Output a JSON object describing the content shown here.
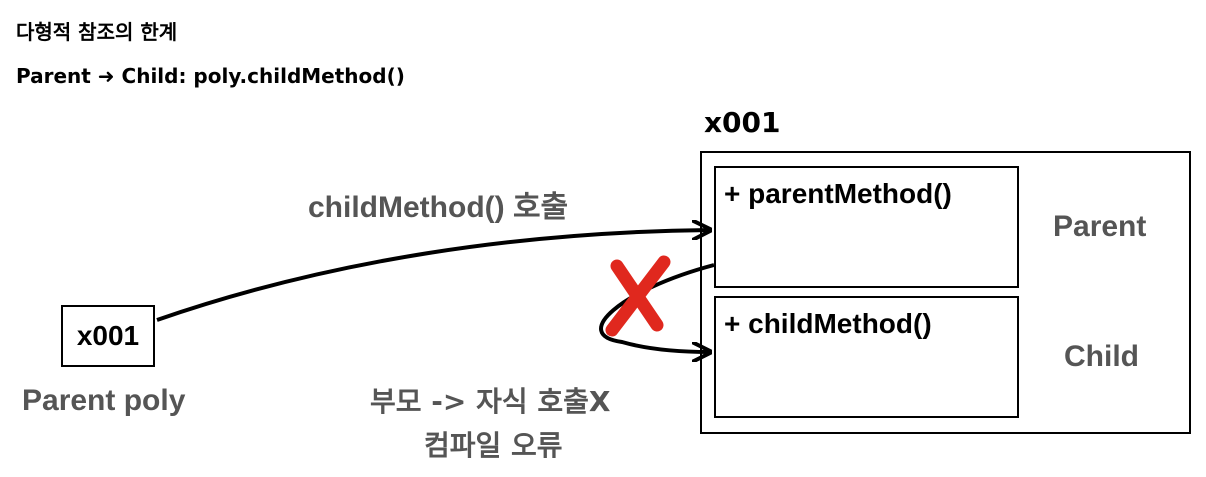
{
  "heading": {
    "title": "다형적 참조의 한계",
    "subtitle": "Parent ➜ Child: poly.childMethod()"
  },
  "instance": {
    "address": "x001",
    "parent_method": "+ parentMethod()",
    "child_method": "+ childMethod()",
    "parent_label": "Parent",
    "child_label": "Child"
  },
  "reference": {
    "value": "x001",
    "variable": "Parent poly"
  },
  "call": {
    "label": "childMethod() 호출"
  },
  "error": {
    "line1": "부모 -> 자식 호출X",
    "line2": "컴파일 오류"
  },
  "colors": {
    "text_gray": "#555555",
    "cross_red": "#e0281e",
    "line": "#000000"
  },
  "icons": {
    "cross": "red-x-icon"
  }
}
